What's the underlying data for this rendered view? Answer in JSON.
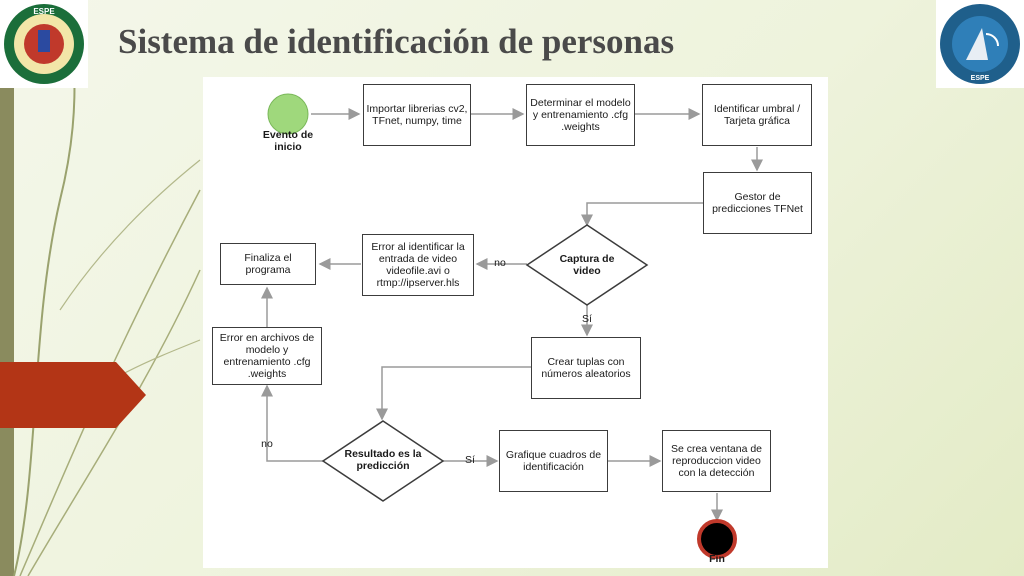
{
  "title": "Sistema de identificación de personas",
  "logos": {
    "left": {
      "icon": "espe-university-seal",
      "text": "ESPE"
    },
    "right": {
      "icon": "telecom-engineering-emblem",
      "text": "ESPE"
    }
  },
  "diagram": {
    "start": "Evento de inicio",
    "import_libs": "Importar librerias cv2, TFnet, numpy, time",
    "model": "Determinar el modelo y entrenamiento .cfg .weights",
    "threshold": "Identificar umbral / Tarjeta gráfica",
    "manager": "Gestor de predicciones TFNet",
    "capture": "Captura de video",
    "input_error": "Error al identificar la entrada de video videofile.avi o rtmp://ipserver.hls",
    "finish": "Finaliza el programa",
    "model_error": "Error en archivos de modelo y entrenamiento .cfg .weights",
    "tuples": "Crear tuplas con números aleatorios",
    "result": "Resultado es la predicción",
    "draw_boxes": "Grafique cuadros de identificación",
    "window": "Se crea ventana de reproduccion video con la detección",
    "end": "Fin",
    "label_no_capture": "no",
    "label_si_capture": "Sí",
    "label_no_result": "no",
    "label_si_result": "Sí"
  },
  "colors": {
    "start_node": "#9fd87c",
    "red_tab": "#b33516",
    "end_ring": "#c0392b",
    "arrow": "#9a9a9a"
  }
}
